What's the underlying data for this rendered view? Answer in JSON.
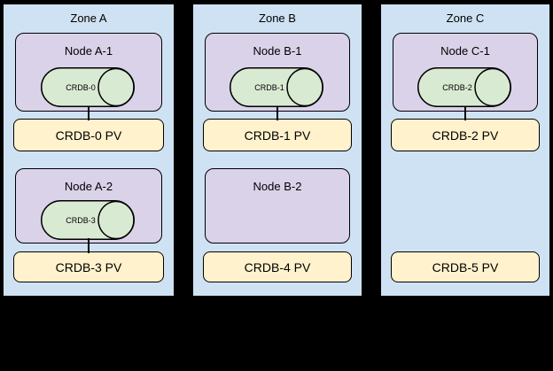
{
  "colors": {
    "background": "#000000",
    "zone_fill": "#cfe2f3",
    "node_fill": "#d9d2e9",
    "cylinder_fill": "#d9ead3",
    "pv_fill": "#fff2cc",
    "border": "#000000",
    "text": "#000000"
  },
  "zones": [
    {
      "title": "Zone A",
      "rows": [
        {
          "node_label": "Node A-1",
          "cylinder_label": "CRDB-0",
          "pv_label": "CRDB-0 PV"
        },
        {
          "node_label": "Node A-2",
          "cylinder_label": "CRDB-3",
          "pv_label": "CRDB-3 PV"
        }
      ]
    },
    {
      "title": "Zone B",
      "rows": [
        {
          "node_label": "Node B-1",
          "cylinder_label": "CRDB-1",
          "pv_label": "CRDB-1 PV"
        },
        {
          "node_label": "Node B-2",
          "pv_label": "CRDB-4 PV"
        }
      ]
    },
    {
      "title": "Zone C",
      "rows": [
        {
          "node_label": "Node C-1",
          "cylinder_label": "CRDB-2",
          "pv_label": "CRDB-2 PV"
        },
        {
          "pv_label": "CRDB-5 PV"
        }
      ]
    }
  ]
}
